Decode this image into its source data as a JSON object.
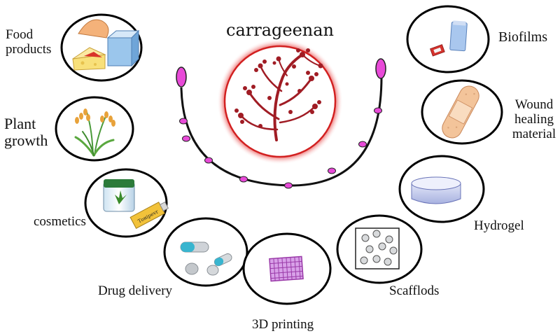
{
  "title": "carrageenan",
  "applications": [
    {
      "id": "food",
      "label": "Food products"
    },
    {
      "id": "plant",
      "label": "Plant growth"
    },
    {
      "id": "cosmetics",
      "label": "cosmetics",
      "tube_text": "Тоніреvr"
    },
    {
      "id": "drug",
      "label": "Drug delivery"
    },
    {
      "id": "printing",
      "label": "3D printing"
    },
    {
      "id": "scaffolds",
      "label": "Scafflods"
    },
    {
      "id": "hydrogel",
      "label": "Hydrogel"
    },
    {
      "id": "wound",
      "label": "Wound healing material"
    },
    {
      "id": "biofilms",
      "label": "Biofilms"
    }
  ],
  "colors": {
    "accent": "#e84ad8",
    "seaweed": "#a01c24",
    "glow": "#d22020",
    "outline": "#000000"
  }
}
